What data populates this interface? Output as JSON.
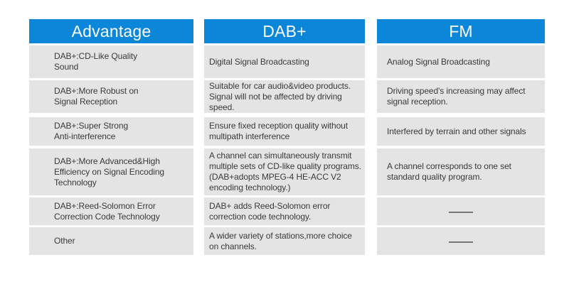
{
  "colors": {
    "accent": "#0b86d9",
    "cell_bg": "#e4e4e4",
    "body_text": "#3a3a3a",
    "header_text": "#ffffff"
  },
  "table": {
    "columns": [
      {
        "header": "Advantage",
        "rows": [
          "DAB+:CD-Like Quality\nSound",
          "DAB+:More Robust on\nSignal Reception",
          "DAB+:Super Strong\nAnti-interference",
          "DAB+:More Advanced&High\nEfficiency on Signal Encoding\nTechnology",
          "DAB+:Reed-Solomon Error\nCorrection Code Technology",
          "Other"
        ]
      },
      {
        "header": "DAB+",
        "rows": [
          "Digital Signal Broadcasting",
          "Suitable for car audio&video products.\nSignal will not be affected by driving\nspeed.",
          "Ensure fixed reception quality without\nmultipath interference",
          "A channel can simultaneously transmit\nmultiple sets of CD-like quality programs.\n(DAB+adopts MPEG-4 HE-ACC V2\nencoding technology.)",
          "DAB+ adds Reed-Solomon error\ncorrection code technology.",
          "A wider variety of stations,more choice\non channels."
        ]
      },
      {
        "header": "FM",
        "rows": [
          "Analog Signal Broadcasting",
          "Driving speed's increasing may affect\nsignal reception.",
          "Interfered by terrain and other signals",
          "A channel corresponds to one set\nstandard quality program.",
          "——",
          "——"
        ]
      }
    ]
  },
  "chart_data": {
    "type": "table",
    "columns": [
      "Advantage",
      "DAB+",
      "FM"
    ],
    "rows": [
      [
        "DAB+:CD-Like Quality Sound",
        "Digital Signal Broadcasting",
        "Analog Signal Broadcasting"
      ],
      [
        "DAB+:More Robust on Signal Reception",
        "Suitable for car audio&video products. Signal will not be affected by driving speed.",
        "Driving speed's increasing may affect signal reception."
      ],
      [
        "DAB+:Super Strong Anti-interference",
        "Ensure fixed reception quality without multipath interference",
        "Interfered by terrain and other signals"
      ],
      [
        "DAB+:More Advanced&High Efficiency on Signal Encoding Technology",
        "A channel can simultaneously transmit multiple sets of CD-like quality programs. (DAB+adopts MPEG-4 HE-ACC V2 encoding technology.)",
        "A channel corresponds to one set standard quality program."
      ],
      [
        "DAB+:Reed-Solomon Error Correction Code Technology",
        "DAB+ adds Reed-Solomon error correction code technology.",
        "—"
      ],
      [
        "Other",
        "A wider variety of stations,more choice on channels.",
        "—"
      ]
    ]
  }
}
